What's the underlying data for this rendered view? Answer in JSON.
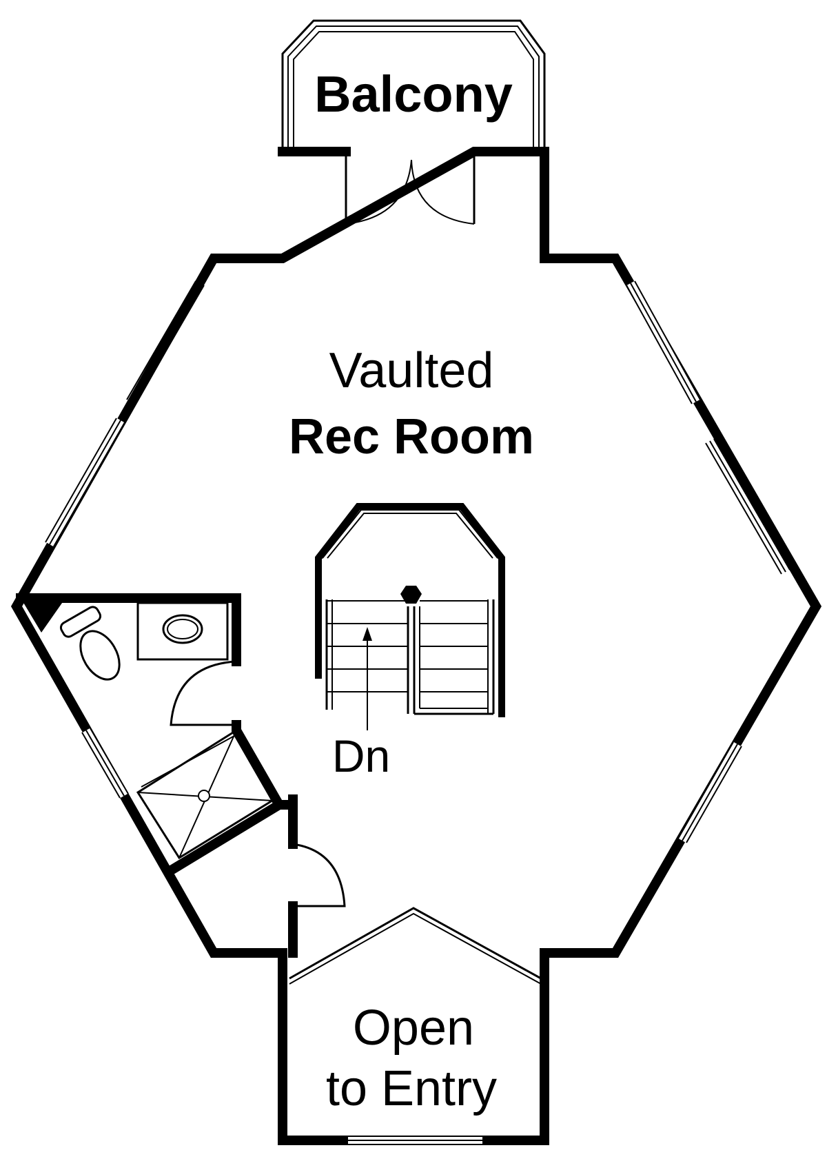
{
  "floor_plan": {
    "rooms": {
      "balcony": "Balcony",
      "rec_room_line1": "Vaulted",
      "rec_room_line2": "Rec Room",
      "stairs_direction": "Dn",
      "open_line1": "Open",
      "open_line2": "to Entry"
    }
  }
}
